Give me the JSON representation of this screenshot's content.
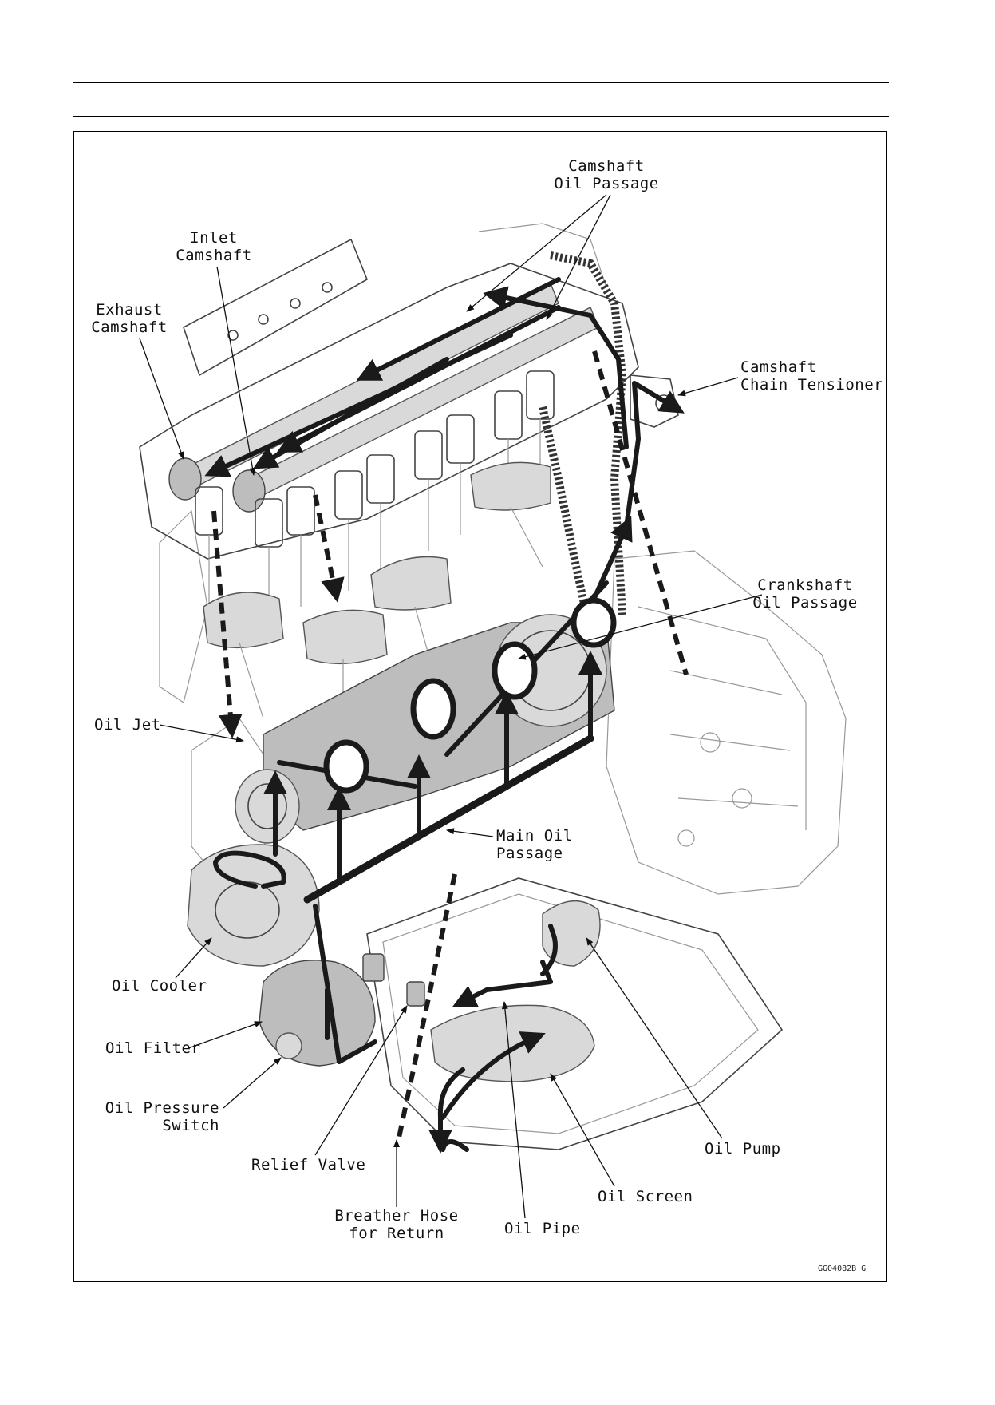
{
  "labels": {
    "camshaft_oil_passage": [
      "Camshaft",
      "Oil Passage"
    ],
    "inlet_camshaft": [
      "Inlet",
      "Camshaft"
    ],
    "exhaust_camshaft": [
      "Exhaust",
      "Camshaft"
    ],
    "camshaft_chain_tensioner": [
      "Camshaft",
      "Chain Tensioner"
    ],
    "crankshaft_oil_passage": [
      "Crankshaft",
      "Oil Passage"
    ],
    "oil_jet": "Oil Jet",
    "main_oil_passage": [
      "Main Oil",
      "Passage"
    ],
    "oil_cooler": "Oil Cooler",
    "oil_filter": "Oil Filter",
    "oil_pressure_switch": [
      "Oil Pressure",
      "Switch"
    ],
    "relief_valve": "Relief Valve",
    "breather_hose": [
      "Breather Hose",
      "for Return"
    ],
    "oil_pipe": "Oil Pipe",
    "oil_screen": "Oil Screen",
    "oil_pump": "Oil Pump"
  },
  "figure_code": "GG04082B  G"
}
